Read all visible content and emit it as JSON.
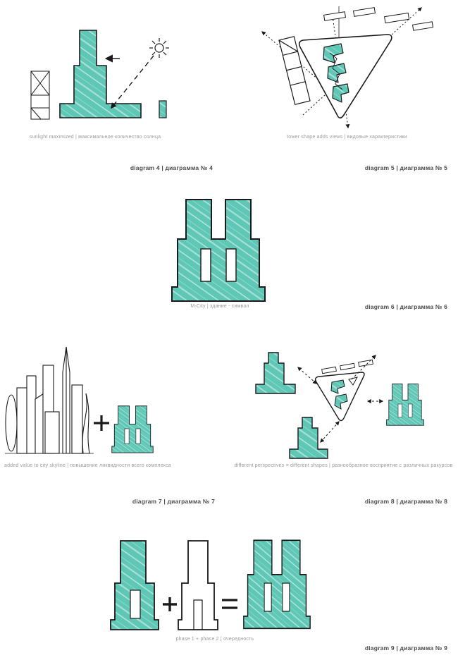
{
  "page": {
    "background": "#ffffff",
    "accent_teal": "#5fc7b5",
    "outline_color": "#1a1a1a",
    "caption_color": "#9a9a9a",
    "label_color": "#4d4d4d"
  },
  "diagrams": [
    {
      "caption": "sunlight maximized  |  максимальное количество солнца",
      "label": "diagram 4  |  диаграмма № 4"
    },
    {
      "caption": "tower shape adds views  |  видовые характеристики",
      "label": "diagram 5  |  диаграмма № 5"
    },
    {
      "caption": "M-City  |  здание - символ",
      "label": "diagram 6  |  диаграмма № 6"
    },
    {
      "caption": "added value to city skyline  |  повышение ликвидности всего комплекса",
      "label": "diagram 7  |  диаграмма № 7"
    },
    {
      "caption": "different perspectives = different shapes  |  разнообразное восприятие с различных ракурсов",
      "label": "diagram 8  |  диаграмма № 8"
    },
    {
      "caption": "phase 1 + phase 2  |  очередность",
      "label": "diagram 9  |  диаграмма № 9"
    }
  ]
}
